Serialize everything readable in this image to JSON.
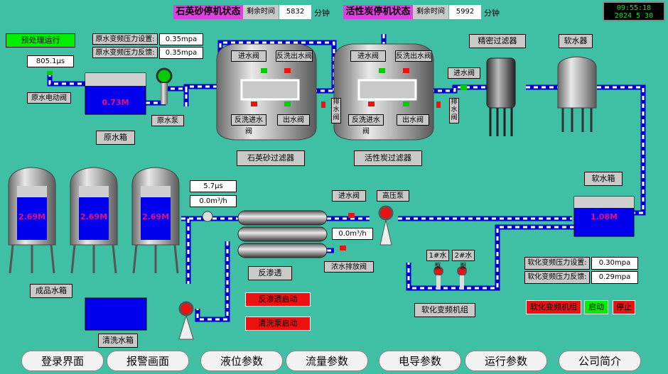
{
  "header": {
    "quartz_status_title": "石英砂停机状态",
    "quartz_remaining_label": "剩余时间",
    "quartz_remaining_value": "5832",
    "quartz_unit": "分钟",
    "carbon_status_title": "活性炭停机状态",
    "carbon_remaining_label": "剩余时间",
    "carbon_remaining_value": "5992",
    "carbon_unit": "分钟",
    "clock_time": "09:55:18",
    "clock_date": "2024  5  30"
  },
  "pretreatment": {
    "run_label": "预处理运行",
    "flow_value": "805.1μs",
    "raw_pressure_set_label": "原水变频压力设置:",
    "raw_pressure_set_value": "0.35mpa",
    "raw_pressure_fb_label": "原水变频压力反馈:",
    "raw_pressure_fb_value": "0.35mpa",
    "raw_valve_label": "原水电动阀",
    "raw_tank_level": "0.73M",
    "raw_tank_label": "原水箱",
    "raw_pump_label": "原水泵"
  },
  "filters": {
    "quartz": {
      "inlet": "进水阀",
      "backwash_out": "反洗出水阀",
      "backwash_in": "反洗进水阀",
      "outlet": "出水阀",
      "drain": "排水阀",
      "name": "石英砂过滤器"
    },
    "carbon": {
      "inlet": "进水阀",
      "backwash_out": "反洗出水阀",
      "backwash_in": "反洗进水阀",
      "outlet": "出水阀",
      "drain": "排水阀",
      "name": "活性炭过滤器"
    },
    "precision_inlet": "进水阀",
    "precision_name": "精密过滤器",
    "softener_name": "软水器",
    "soft_tank_label": "软水箱",
    "soft_tank_level": "1.08M"
  },
  "ro": {
    "conductivity": "5.7μs",
    "flow_in": "0.0m³/h",
    "inlet_valve": "进水阀",
    "booster_pump": "高压泵",
    "flow_out": "0.0m³/h",
    "drain_valve": "浓水排放阀",
    "name": "反渗透",
    "ro_start": "反渗透启动",
    "wash_start": "清洗泵启动",
    "wash_tank": "清洗水箱"
  },
  "products": {
    "tank_levels": [
      "2.69M",
      "2.69M",
      "2.69M"
    ],
    "tank_label": "成品水箱"
  },
  "softening": {
    "pump1": "1#水泵",
    "pump2": "2#水泵",
    "group_label": "软化变频机组",
    "pressure_set_label": "软化变频压力设置:",
    "pressure_set_value": "0.30mpa",
    "pressure_fb_label": "软化变频压力反馈:",
    "pressure_fb_value": "0.29mpa",
    "unit_label": "软化变频机组",
    "start": "启动",
    "stop": "停止"
  },
  "nav": [
    "登录界面",
    "报警画面",
    "液位参数",
    "流量参数",
    "电导参数",
    "运行参数",
    "公司简介"
  ],
  "colors": {
    "background": "#3fbfa3",
    "pipe": "#0000cc",
    "water": "#0000ee",
    "status_title": "#e040e0",
    "run_ok": "#00ee00",
    "alarm": "#ee1111"
  }
}
